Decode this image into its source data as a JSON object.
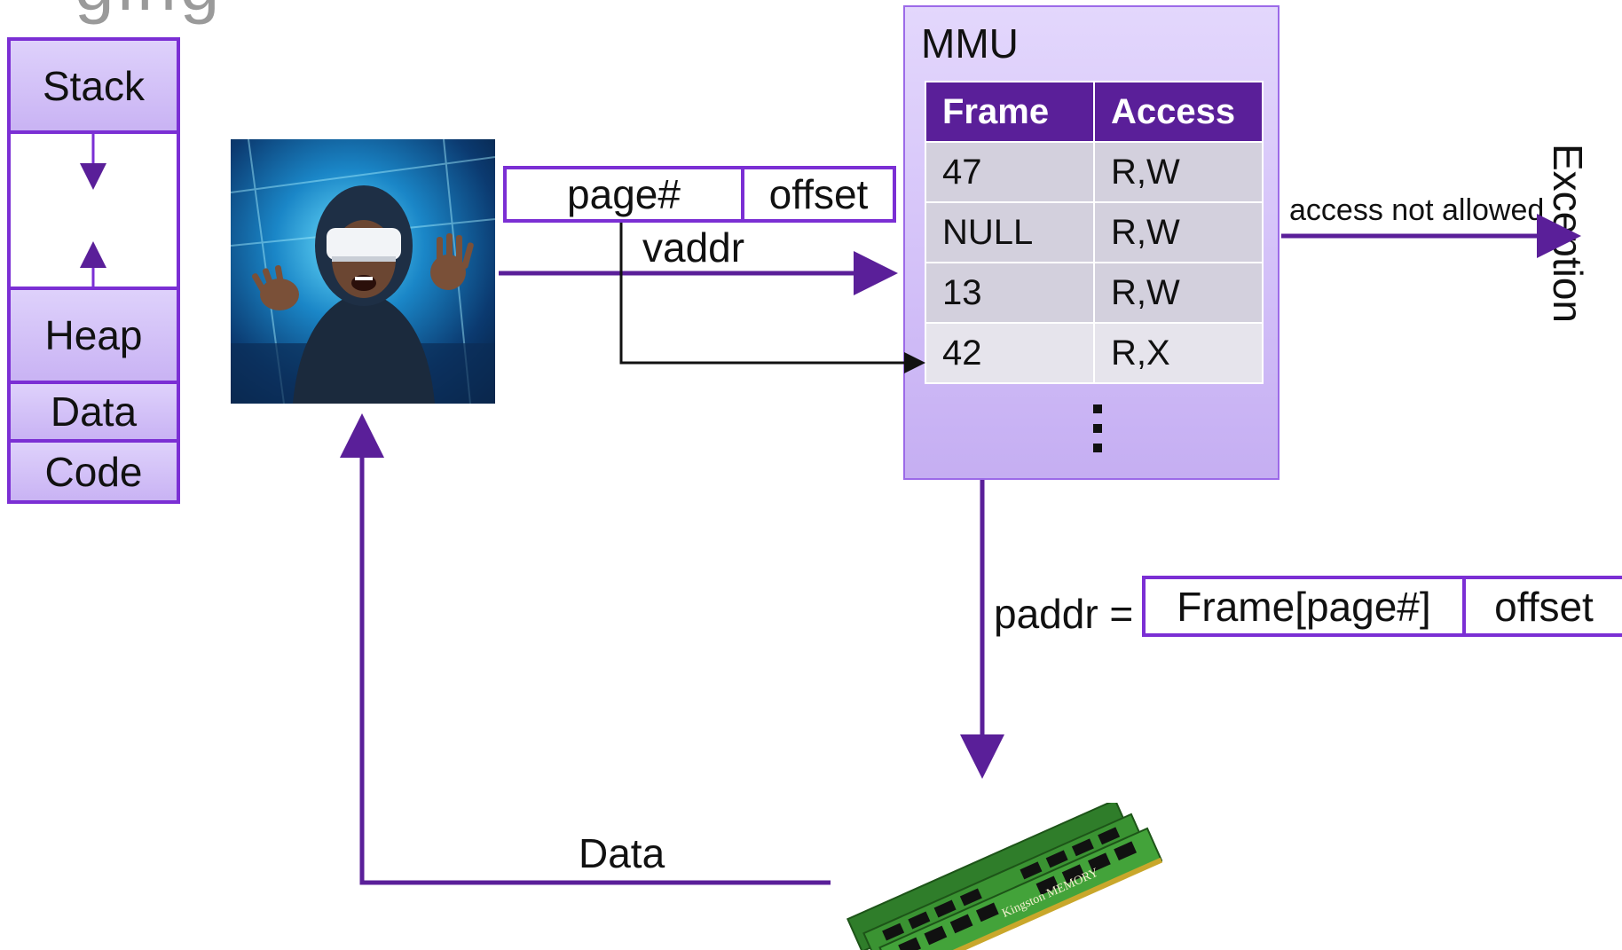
{
  "title_fragment": "ging",
  "memory_layout": {
    "segments": [
      "Stack",
      "Heap",
      "Data",
      "Code"
    ]
  },
  "vaddr": {
    "fields": [
      "page#",
      "offset"
    ],
    "label": "vaddr"
  },
  "mmu": {
    "title": "MMU",
    "columns": [
      "Frame",
      "Access"
    ],
    "rows": [
      {
        "frame": "47",
        "access": "R,W"
      },
      {
        "frame": "NULL",
        "access": "R,W"
      },
      {
        "frame": "13",
        "access": "R,W"
      },
      {
        "frame": "42",
        "access": "R,X"
      }
    ]
  },
  "exception": {
    "arrow_label": "access not allowed",
    "label": "Exception"
  },
  "paddr": {
    "prefix": "paddr =",
    "fields": [
      "Frame[page#]",
      "offset"
    ]
  },
  "data_label": "Data",
  "ram_brand": "Kingston MEMORY",
  "colors": {
    "accent": "#7b2fd4",
    "arrow": "#5a1f99",
    "table_header": "#5a1f99",
    "mmu_fill": "#d9c8fa"
  }
}
